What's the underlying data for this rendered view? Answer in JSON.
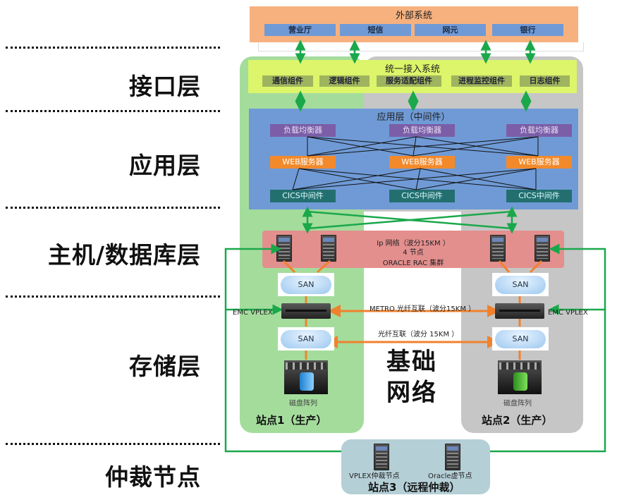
{
  "layers": [
    {
      "label": "接口层"
    },
    {
      "label": "应用层"
    },
    {
      "label": "主机/数据库层"
    },
    {
      "label": "存储层"
    },
    {
      "label": "仲裁节点"
    }
  ],
  "external_system": {
    "title": "外部系统",
    "items": [
      "营业厅",
      "短信",
      "网元",
      "银行"
    ]
  },
  "unified_access": {
    "title": "统一接入系统",
    "components": [
      "通信组件",
      "逻辑组件",
      "服务适配组件",
      "进程监控组件",
      "日志组件"
    ]
  },
  "application_layer": {
    "title": "应用层（中间件）",
    "load_balancers": [
      "负载均衡器",
      "负载均衡器",
      "负载均衡器"
    ],
    "web_servers": [
      "WEB服务器",
      "WEB服务器",
      "WEB服务器"
    ],
    "cics": [
      "CICS中间件",
      "CICS中间件",
      "CICS中间件"
    ]
  },
  "database_layer": {
    "line1": "Ip 网络（波分15KM ）",
    "line2": "4 节点",
    "line3": "ORACLE RAC  集群"
  },
  "storage": {
    "san_label": "SAN",
    "vplex_label": "EMC VPLEX",
    "metro_link": "METRO   光纤互联（波分15KM ）",
    "fiber_link": "光纤互联（波分 15KM ）",
    "disk_label": "磁盘阵列",
    "base_network": "基础\n网络"
  },
  "sites": {
    "site1": "站点1（生产）",
    "site2": "站点2（生产）",
    "site3": "站点3（远程仲裁）",
    "site3_nodes": [
      "VPLEX仲裁节点",
      "Oracle虚节点"
    ]
  },
  "colors": {
    "green_link": "#1aa84b",
    "orange_link": "#f0822d",
    "site1_bg": "#a4dc9c",
    "site2_bg": "#c6c6c6",
    "site3_bg": "#b5cfd6"
  }
}
